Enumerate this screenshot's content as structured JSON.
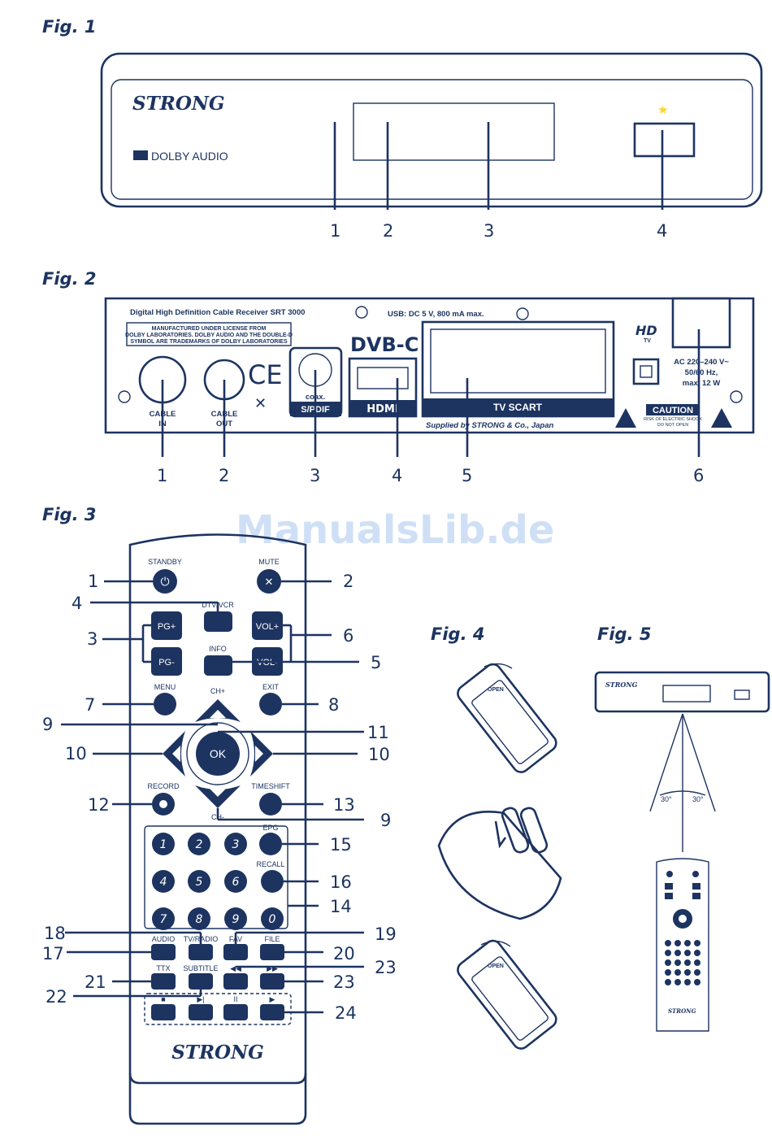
{
  "watermark": "ManualsLib.de",
  "fig1": {
    "title": "Fig. 1",
    "brand": "STRONG",
    "dolby": "DOLBY AUDIO",
    "callouts": [
      "1",
      "2",
      "3",
      "4"
    ]
  },
  "fig2": {
    "title": "Fig. 2",
    "model_text": "Digital High Definition Cable Receiver SRT 3000",
    "license_line1": "MANUFACTURED UNDER LICENSE FROM",
    "license_line2": "DOLBY LABORATORIES. DOLBY AUDIO AND THE DOUBLE-D",
    "license_line3": "SYMBOL ARE TRADEMARKS OF DOLBY LABORATORIES",
    "usb_text": "USB: DC 5 V,  800 mA max.",
    "dvbc": "DVB-C",
    "hdtv_top": "HD",
    "hdtv_bottom": "TV",
    "ce": "CE",
    "cable_in_1": "CABLE",
    "cable_in_2": "IN",
    "cable_out_1": "CABLE",
    "cable_out_2": "OUT",
    "coax_1": "coax.",
    "coax_2": "S/PDIF",
    "hdmi": "HDMI",
    "scart": "TV SCART",
    "supplied": "Supplied by STRONG & Co., Japan",
    "power_1": "AC 220–240 V~",
    "power_2": "50/60 Hz,",
    "power_3": "max. 12 W",
    "caution": "CAUTION",
    "caution_sub1": "RISK OF ELECTRIC SHOCK",
    "caution_sub2": "DO NOT OPEN",
    "callouts": [
      "1",
      "2",
      "3",
      "4",
      "5",
      "6"
    ]
  },
  "fig3": {
    "title": "Fig. 3",
    "labels": {
      "standby": "STANDBY",
      "mute": "MUTE",
      "dtv_vcr": "DTV/VCR",
      "info": "INFO",
      "menu": "MENU",
      "exit": "EXIT",
      "ch_up": "CH+",
      "ch_down": "CH-",
      "record": "RECORD",
      "timeshift": "TIMESHIFT",
      "epg": "EPG",
      "recall": "RECALL",
      "audio": "AUDIO",
      "tv_radio": "TV/RADIO",
      "fav": "FAV",
      "file": "FILE",
      "ttx": "TTX",
      "subtitle": "SUBTITLE"
    },
    "buttons": {
      "pg_up": "PG+",
      "pg_down": "PG-",
      "vol_up": "VOL+",
      "vol_down": "VOL-",
      "ok": "OK"
    },
    "digits": [
      "1",
      "2",
      "3",
      "4",
      "5",
      "6",
      "7",
      "8",
      "9",
      "0"
    ],
    "brand": "STRONG",
    "callouts_left": [
      "1",
      "4",
      "3",
      "7",
      "9",
      "10",
      "12",
      "18",
      "17",
      "21",
      "22"
    ],
    "callouts_right": [
      "2",
      "6",
      "5",
      "8",
      "11",
      "10",
      "13",
      "9",
      "15",
      "16",
      "14",
      "19",
      "20",
      "23",
      "23",
      "24"
    ]
  },
  "fig4": {
    "title": "Fig. 4",
    "open": "OPEN"
  },
  "fig5": {
    "title": "Fig. 5",
    "angle_left": "30°",
    "angle_right": "30°",
    "brand": "STRONG"
  },
  "colors": {
    "ink": "#1d3461",
    "watermark": "#cfe0f6"
  }
}
